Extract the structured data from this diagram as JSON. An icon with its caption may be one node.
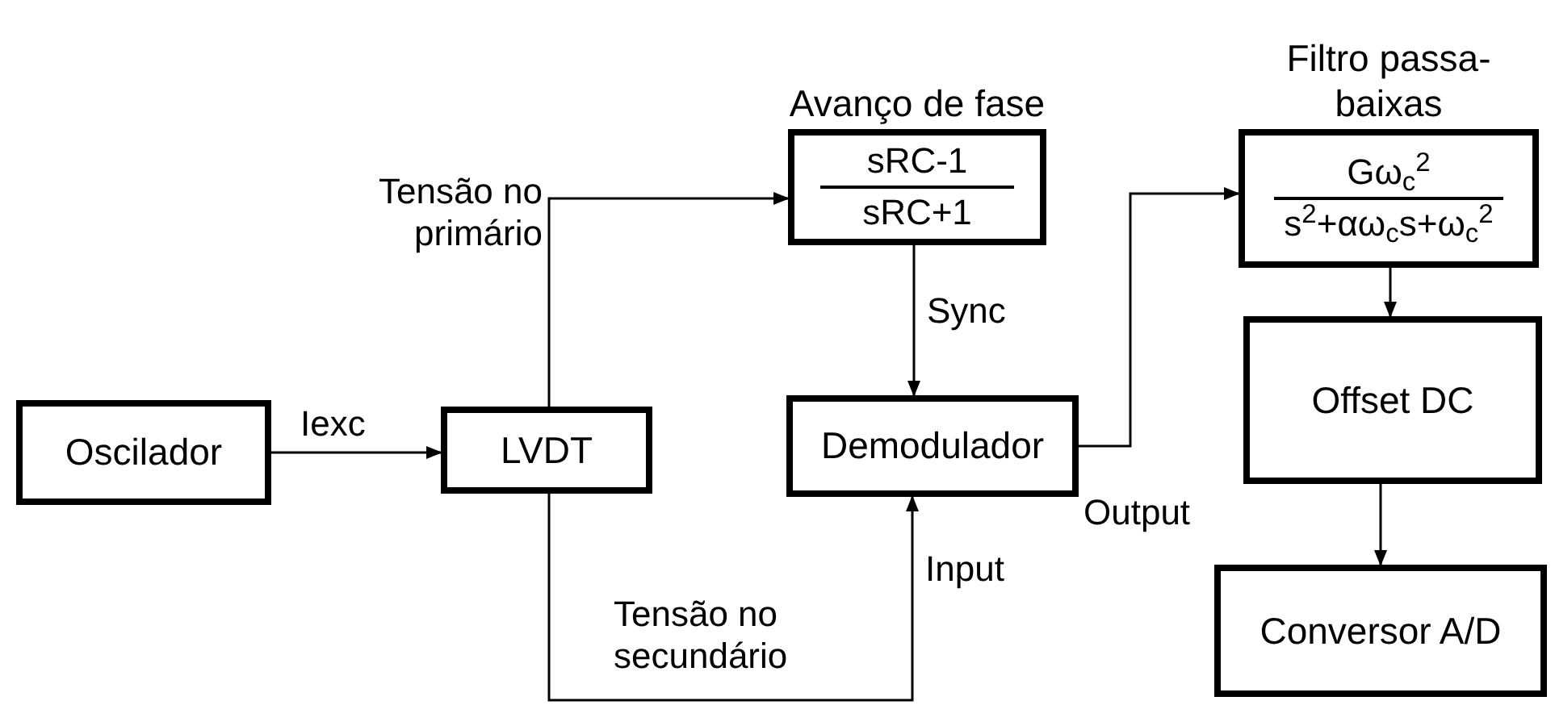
{
  "diagram": {
    "nodes": [
      {
        "text": [
          "Oscilador"
        ]
      },
      {
        "text": [
          "LVDT"
        ]
      },
      {
        "text": [
          "Avanço de fase",
          "sRC-1",
          "sRC+1"
        ]
      },
      {
        "text": [
          "Demodulador"
        ]
      },
      {
        "text": [
          "Filtro passa-baixas",
          "Gω$_{c}$$^{2}$",
          "s$^{2}$+αω$_{c}$s+ω$_{c}$$^{2}$"
        ]
      },
      {
        "text": [
          "Offset DC"
        ]
      },
      {
        "text": [
          "Conversor A/D"
        ]
      }
    ],
    "edges": [
      {
        "from": 0,
        "to": 1,
        "arrow": "to",
        "label": "Iexc"
      },
      {
        "from": 1,
        "to": 2,
        "arrow": "to",
        "label": "Tensão no primário"
      },
      {
        "from": 2,
        "to": 3,
        "arrow": "to",
        "label": "Sync"
      },
      {
        "from": 1,
        "to": 3,
        "arrow": "to",
        "label": "Tensão no secundário"
      },
      {
        "from": 3,
        "to": 4,
        "arrow": "to",
        "label": "Output"
      },
      {
        "from": 4,
        "to": 5,
        "arrow": "to"
      },
      {
        "from": 5,
        "to": 6,
        "arrow": "to"
      }
    ],
    "labels": [
      "Input"
    ]
  }
}
